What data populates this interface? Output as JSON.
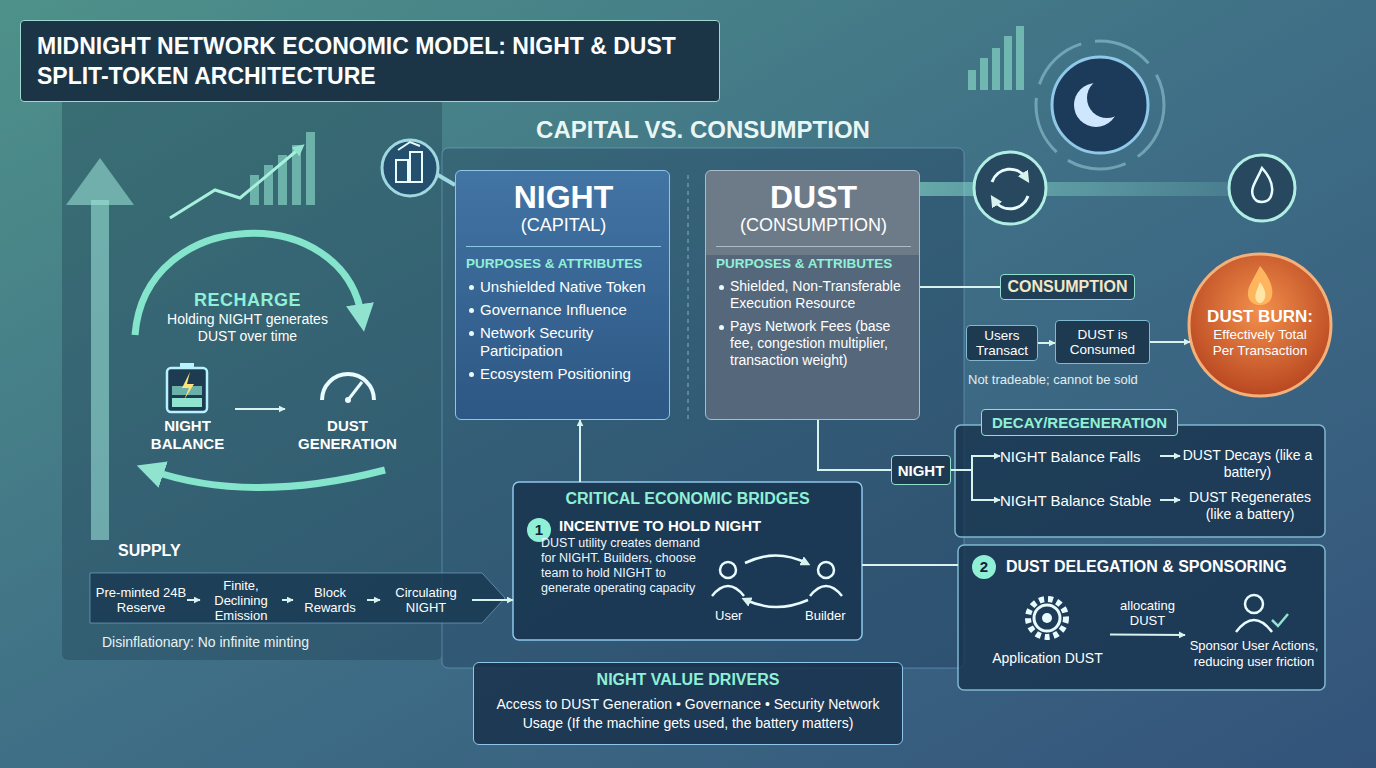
{
  "diagram": {
    "title": "MIDNIGHT NETWORK ECONOMIC MODEL: NIGHT & DUST SPLIT-TOKEN ARCHITECTURE",
    "nodes": [
      {
        "text": [
          "RECHARGE",
          "Holding NIGHT generates DUST over time"
        ]
      },
      {
        "text": [
          "NIGHT BALANCE"
        ]
      },
      {
        "text": [
          "DUST GENERATION"
        ]
      },
      {
        "text": [
          "SUPPLY",
          "Disinflationary: No infinite minting"
        ]
      },
      {
        "text": [
          "Pre-minted 24B Reserve"
        ],
        "in": 3
      },
      {
        "text": [
          "Finite, Declining Emission"
        ],
        "in": 3
      },
      {
        "text": [
          "Block Rewards"
        ],
        "in": 3
      },
      {
        "text": [
          "Circulating NIGHT"
        ],
        "in": 3
      },
      {
        "text": [
          "NIGHT",
          "(CAPITAL)",
          "PURPOSES & ATTRIBUTES",
          "Unshielded Native Token",
          "Governance Influence",
          "Network Security Participation",
          "Ecosystem Positioning"
        ]
      },
      {
        "text": [
          "DUST",
          "(CONSUMPTION)",
          "PURPOSES & ATTRIBUTES",
          "Shielded, Non-Transferable Execution Resource",
          "Pays Network Fees (base fee, congestion multiplier, transaction weight)"
        ]
      },
      {
        "text": [
          "CRITICAL ECONOMIC BRIDGES",
          "1",
          "INCENTIVE TO HOLD NIGHT",
          "DUST utility creates demand for NIGHT. Builders, choose team to hold NIGHT to generate operating capacity",
          "User",
          "Builder"
        ]
      },
      {
        "text": [
          "NIGHT VALUE DRIVERS",
          "Access to DUST Generation • Governance • Security Network Usage (If the machine gets used, the battery matters)"
        ]
      },
      {
        "text": [
          "CONSUMPTION"
        ]
      },
      {
        "text": [
          "Users Transact"
        ]
      },
      {
        "text": [
          "DUST is Consumed"
        ]
      },
      {
        "text": [
          "DUST BURN:",
          "Effectively Total Per Transaction"
        ]
      },
      {
        "text": [
          "DECAY/REGENERATION"
        ]
      },
      {
        "text": [
          "NIGHT"
        ]
      },
      {
        "text": [
          "NIGHT Balance Falls"
        ],
        "in": 16
      },
      {
        "text": [
          "DUST Decays (like a battery)"
        ],
        "in": 16
      },
      {
        "text": [
          "NIGHT Balance Stable"
        ],
        "in": 16
      },
      {
        "text": [
          "DUST Regenerates (like a battery)"
        ],
        "in": 16
      },
      {
        "text": [
          "2",
          "DUST DELEGATION & SPONSORING"
        ]
      },
      {
        "text": [
          "Application DUST"
        ],
        "in": 22
      },
      {
        "text": [
          "Sponsor User Actions, reducing user friction"
        ],
        "in": 22
      }
    ],
    "edges": [
      {
        "from": 1,
        "to": 2,
        "arrow": "to"
      },
      {
        "from": 4,
        "to": 5,
        "arrow": "to"
      },
      {
        "from": 5,
        "to": 6,
        "arrow": "to"
      },
      {
        "from": 6,
        "to": 7,
        "arrow": "to"
      },
      {
        "from": 7,
        "to": 10,
        "arrow": "to"
      },
      {
        "from": 10,
        "to": 8,
        "arrow": "to"
      },
      {
        "from": 13,
        "to": 14,
        "arrow": "to"
      },
      {
        "from": 14,
        "to": 15,
        "arrow": "to"
      },
      {
        "from": 9,
        "to": 12,
        "arrow": "none"
      },
      {
        "from": 9,
        "to": 17,
        "arrow": "none"
      },
      {
        "from": 17,
        "to": 18,
        "arrow": "to"
      },
      {
        "from": 17,
        "to": 20,
        "arrow": "to"
      },
      {
        "from": 18,
        "to": 19,
        "arrow": "to"
      },
      {
        "from": 20,
        "to": 21,
        "arrow": "to"
      },
      {
        "from": 10,
        "to": 22,
        "arrow": "none"
      },
      {
        "from": 23,
        "to": 24,
        "label": "allocating DUST",
        "arrow": "to"
      }
    ],
    "labels": [
      "CAPITAL VS. CONSUMPTION",
      "Not tradeable; cannot be sold"
    ]
  }
}
